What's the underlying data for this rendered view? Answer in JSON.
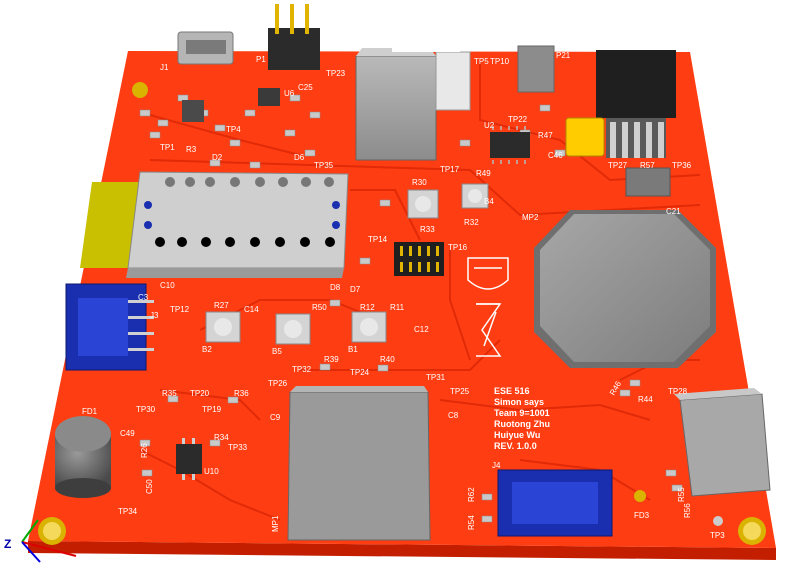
{
  "colors": {
    "board": "#ff3d12",
    "board_edge": "#c41e00",
    "silkscreen": "#ffffff",
    "trace": "#e02a08",
    "pad": "#c9c9c9",
    "component_grey": "#8f8f8f",
    "component_dark": "#2b2b2b",
    "connector_blue": "#1a2fb0",
    "antenna_yellow": "#c8c000",
    "tantalum": "#ffcc00"
  },
  "board_text": {
    "line1": "ESE 516",
    "line2": "Simon says",
    "line3": "Team 9=1001",
    "line4": "Ruotong Zhu",
    "line5": "Huiyue Wu",
    "line6": "REV. 1.0.0"
  },
  "axis": {
    "z": "Z"
  },
  "labels": {
    "J1": "J1",
    "P1": "P1",
    "TP23": "TP23",
    "TP5": "TP5",
    "TP10": "TP10",
    "P21": "P21",
    "C25": "C25",
    "U6": "U6",
    "TP1": "TP1",
    "R3": "R3",
    "TP4": "TP4",
    "D2": "D2",
    "D6": "D6",
    "TP35": "TP35",
    "TP17": "TP17",
    "R49": "R49",
    "TP22": "TP22",
    "C46": "C46",
    "TP27": "TP27",
    "R57": "R57",
    "TP36": "TP36",
    "R30": "R30",
    "B4": "B4",
    "R32": "R32",
    "R33": "R33",
    "TP14": "TP14",
    "TP16": "TP16",
    "MP2": "MP2",
    "C21": "C21",
    "C10": "C10",
    "J3": "J3",
    "TP12": "TP12",
    "R27": "R27",
    "D7": "D7",
    "R12": "R12",
    "R11": "R11",
    "C12": "C12",
    "B2": "B2",
    "B5": "B5",
    "B1": "B1",
    "R39": "R39",
    "R40": "R40",
    "TP32": "TP32",
    "TP24": "TP24",
    "TP31": "TP31",
    "TP26": "TP26",
    "TP25": "TP25",
    "C9": "C9",
    "C8": "C8",
    "R35": "R35",
    "TP20": "TP20",
    "R36": "R36",
    "TP30": "TP30",
    "TP19": "TP19",
    "FD1": "FD1",
    "C49": "C49",
    "R26": "R26",
    "R34": "R34",
    "TP33": "TP33",
    "U10": "U10",
    "C50": "C50",
    "TP34": "TP34",
    "MP1": "MP1",
    "J4": "J4",
    "R62": "R62",
    "R54": "R54",
    "FD3": "FD3",
    "R55": "R55",
    "R56": "R56",
    "TP3": "TP3",
    "R46": "R46",
    "R44": "R44",
    "TP28": "TP28",
    "U2": "U2",
    "R47": "R47",
    "C3": "C3",
    "C14": "C14",
    "R50": "R50",
    "D8": "D8"
  }
}
